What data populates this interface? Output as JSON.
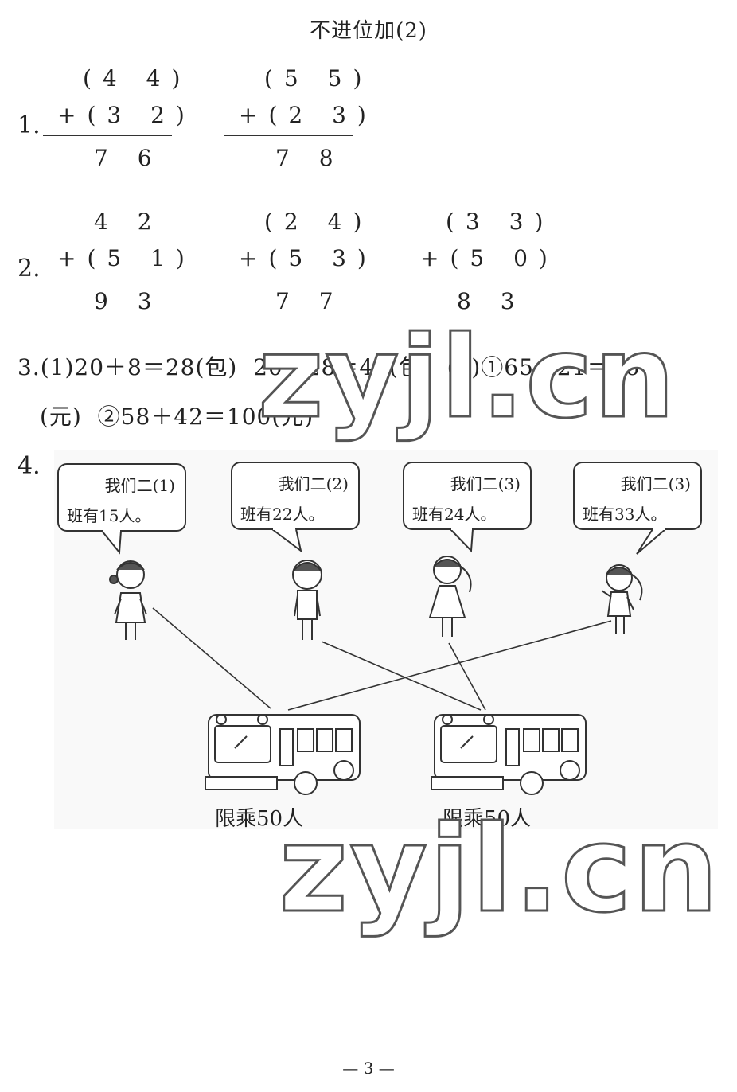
{
  "title": "不进位加(2)",
  "q1": {
    "num": "1.",
    "problems": [
      {
        "top": "(4 4)",
        "add": "+(3 2)",
        "result": "7 6"
      },
      {
        "top": "(5 5)",
        "add": "+(2 3)",
        "result": "7 8"
      }
    ]
  },
  "q2": {
    "num": "2.",
    "problems": [
      {
        "top": "4 2",
        "add": "+(5 1)",
        "result": "9 3"
      },
      {
        "top": "(2 4)",
        "add": "+(5 3)",
        "result": "7 7"
      },
      {
        "top": "(3 3)",
        "add": "+(5 0)",
        "result": "8 3"
      }
    ]
  },
  "q3": {
    "line1": "3.(1)20＋8＝28(包)  20＋28＝48(包)  (2)①65＋21＝86",
    "line2": "(元)  ②58＋42＝100(元)"
  },
  "q4": {
    "num": "4.",
    "bubbles": [
      {
        "line1": "我们二(1)",
        "line2": "班有15人。"
      },
      {
        "line1": "我们二(2)",
        "line2": "班有22人。"
      },
      {
        "line1": "我们二(3)",
        "line2": "班有24人。"
      },
      {
        "line1": "我们二(3)",
        "line2": "班有33人。"
      }
    ],
    "bus_labels": [
      "限乘50人",
      "限乘50人"
    ]
  },
  "watermark": "zyjl.cn",
  "footer": "— 3 —"
}
